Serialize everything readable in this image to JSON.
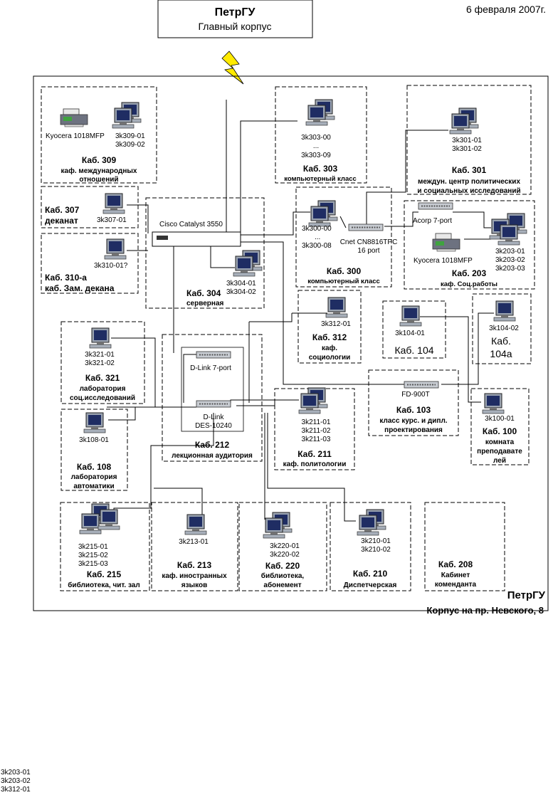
{
  "header": {
    "main_building_title": "ПетрГУ",
    "main_building_subtitle": "Главный корпус",
    "date": "6 февраля 2007г."
  },
  "building": {
    "title": "ПетрГУ",
    "subtitle": "Корпус на пр. Невского, 8"
  },
  "rooms": {
    "r309": {
      "label": "Каб. 309",
      "desc1": "каф. международных",
      "desc2": "отношений",
      "printer": "Kyocera 1018MFP",
      "pc1": "3k309-01",
      "pc2": "3k309-02"
    },
    "r303": {
      "label": "Каб. 303",
      "desc": "компьютерный класс",
      "pc1": "3k303-00",
      "dots": "...",
      "pc2": "3k303-09"
    },
    "r301": {
      "label": "Каб. 301",
      "desc1": "междун. центр политических",
      "desc2": "и социальных исследований",
      "pc1": "3k301-01",
      "pc2": "3k301-02"
    },
    "r307": {
      "label": "Каб. 307",
      "desc": "деканат",
      "pc": "3k307-01"
    },
    "r310": {
      "label": "Каб. 310-а",
      "desc": "каб. Зам. декана",
      "pc": "3k310-01?"
    },
    "r304": {
      "label": "Каб. 304",
      "desc": "серверная",
      "switch": "Cisco Catalyst 3550",
      "pc1": "3k304-01",
      "pc2": "3k304-02"
    },
    "r300": {
      "label": "Каб. 300",
      "desc": "компьютерный класс",
      "pc1": "3k300-00",
      "dots": "...",
      "pc2": "3k300-08",
      "switch1": "Cnet CN8816TPC",
      "switch2": "16 port"
    },
    "r203": {
      "label": "Каб. 203",
      "desc": "каф. Соц.работы",
      "switch": "Acorp 7-port",
      "printer": "Kyocera 1018MFP",
      "pc1": "3k203-01",
      "pc2": "3k203-02",
      "pc3": "3k203-03"
    },
    "r312": {
      "label": "Каб. 312",
      "desc1": "каф.",
      "desc2": "социологии",
      "pc": "3k312-01"
    },
    "r104": {
      "label": "Каб. 104",
      "pc": "3k104-01"
    },
    "r104a": {
      "label1": "Каб.",
      "label2": "104а",
      "pc": "3k104-02"
    },
    "r321": {
      "label": "Каб. 321",
      "desc1": "лаборатория",
      "desc2": "соц.исследований",
      "pc1": "3k321-01",
      "pc2": "3k321-02"
    },
    "r212": {
      "label": "Каб. 212",
      "desc": "лекционная аудитория",
      "switch1": "D-Link 7-port",
      "switch2a": "D-Link",
      "switch2b": "DES-10240"
    },
    "r103": {
      "label": "Каб. 103",
      "desc1": "класс курс. и дипл.",
      "desc2": "проектирования",
      "switch": "FD-900T"
    },
    "r100": {
      "label": "Каб. 100",
      "desc1": "комната",
      "desc2": "преподавате",
      "desc3": "лей",
      "pc": "3k100-01"
    },
    "r108": {
      "label": "Каб. 108",
      "desc1": "лаборатория",
      "desc2": "автоматики",
      "pc": "3k108-01"
    },
    "r211": {
      "label": "Каб. 211",
      "desc": "каф. политологии",
      "pc1": "3k211-01",
      "pc2": "3k211-02",
      "pc3": "3k211-03"
    },
    "r215": {
      "label": "Каб. 215",
      "desc": "библиотека, чит. зал",
      "pc1": "3k215-01",
      "pc2": "3k215-02",
      "pc3": "3k215-03"
    },
    "r213": {
      "label": "Каб. 213",
      "desc1": "каф. иностранных",
      "desc2": "языков",
      "pc": "3k213-01"
    },
    "r220": {
      "label": "Каб. 220",
      "desc1": "библиотека,",
      "desc2": "абонемент",
      "pc1": "3k220-01",
      "pc2": "3k220-02"
    },
    "r210": {
      "label": "Каб. 210",
      "desc": "Диспетчерская",
      "pc1": "3k210-01",
      "pc2": "3k210-02"
    },
    "r208": {
      "label": "Каб. 208",
      "desc1": "Кабинет",
      "desc2": "коменданта"
    }
  },
  "footer_notes": [
    "3k203-01",
    "3k203-02",
    "3k312-01"
  ]
}
